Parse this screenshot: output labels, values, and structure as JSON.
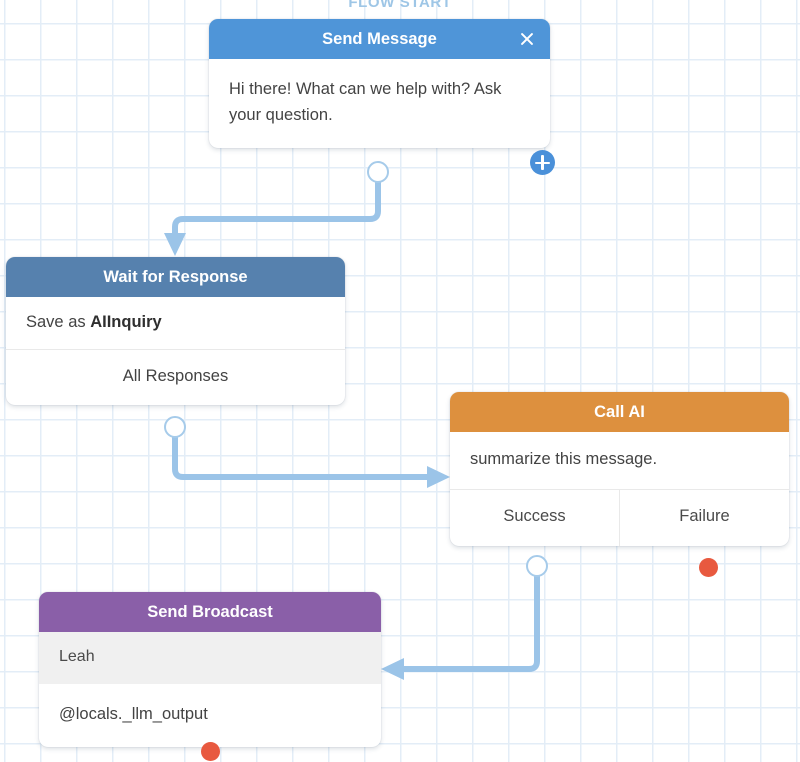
{
  "canvas": {
    "flow_start_label": "FLOW START",
    "grid_color": "#e3edf7",
    "edge_color": "#9bc4e8"
  },
  "nodes": [
    {
      "id": "send-message",
      "title": "Send Message",
      "header_color": "#4f95d8",
      "close_icon": "close-icon",
      "message": "Hi there! What can we help with? Ask your question.",
      "add_icon": "plus-icon"
    },
    {
      "id": "wait-for-response",
      "title": "Wait for Response",
      "header_color": "#5681ae",
      "save_as_prefix": "Save as ",
      "save_as_variable": "AIInquiry",
      "branch": "All Responses"
    },
    {
      "id": "call-ai",
      "title": "Call AI",
      "header_color": "#dd903e",
      "prompt": "summarize this message.",
      "outputs": [
        "Success",
        "Failure"
      ]
    },
    {
      "id": "send-broadcast",
      "title": "Send Broadcast",
      "header_color": "#8a5fa8",
      "recipient": "Leah",
      "content": "@locals._llm_output"
    }
  ]
}
